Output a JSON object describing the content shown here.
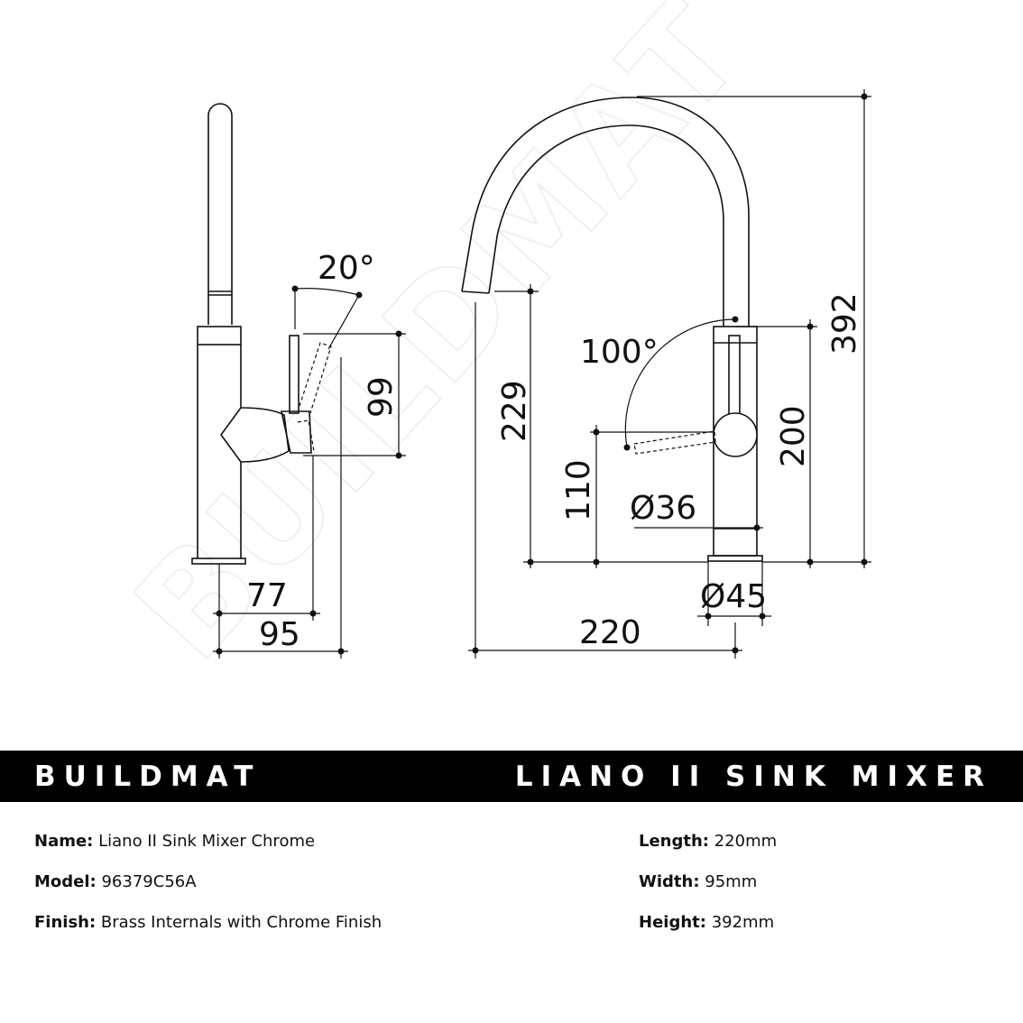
{
  "watermark": "BUILDMAT",
  "dimensions": {
    "angle_lever": "20°",
    "height_lever": "99",
    "depth_lever_pivot": "77",
    "depth_total": "95",
    "height_spout_outlet": "229",
    "swivel_angle": "100°",
    "height_lever_axis": "110",
    "height_body": "200",
    "height_total": "392",
    "diameter_body": "Ø36",
    "diameter_base": "Ø45",
    "length_total": "220"
  },
  "banner": {
    "brand": "BUILDMAT",
    "product": "LIANO II SINK MIXER"
  },
  "specs": {
    "name_label": "Name:",
    "name_value": "Liano II Sink Mixer Chrome",
    "model_label": "Model:",
    "model_value": "96379C56A",
    "finish_label": "Finish:",
    "finish_value": "Brass Internals with Chrome Finish",
    "length_label": "Length:",
    "length_value": "220mm",
    "width_label": "Width:",
    "width_value": "95mm",
    "height_label": "Height:",
    "height_value": "392mm"
  }
}
